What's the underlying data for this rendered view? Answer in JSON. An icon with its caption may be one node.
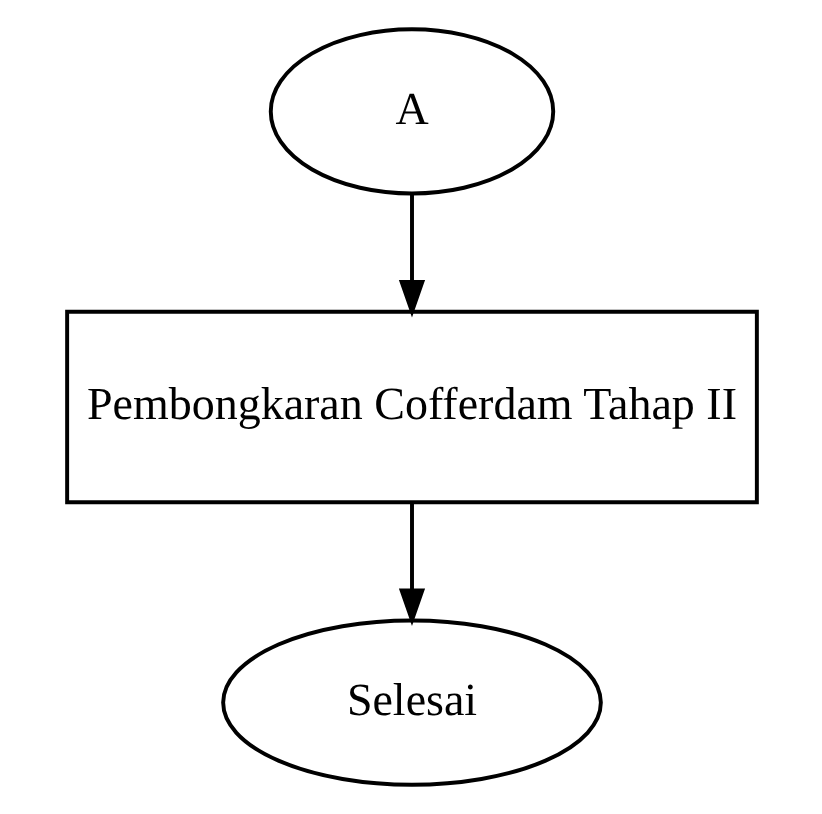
{
  "diagram": {
    "nodes": [
      {
        "text": [
          "A"
        ]
      },
      {
        "text": [
          "Pembongkaran Cofferdam Tahap II"
        ]
      },
      {
        "text": [
          "Selesai"
        ]
      }
    ],
    "edges": [
      {
        "from": 0,
        "to": 1,
        "arrow": "to"
      },
      {
        "from": 1,
        "to": 2,
        "arrow": "to"
      }
    ]
  }
}
